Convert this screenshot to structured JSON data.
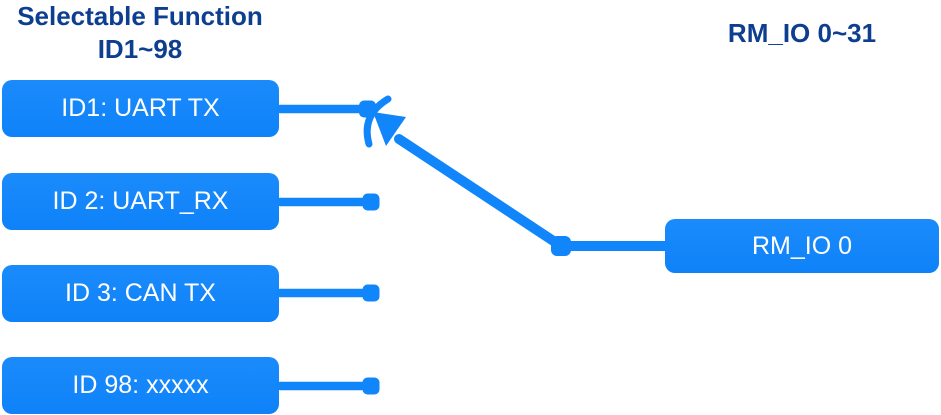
{
  "diagram": {
    "kind": "pin-function-multiplexer",
    "colors": {
      "accent": "#1186fa",
      "title_text": "#0d3e8f",
      "box_text": "#ffffff",
      "background": "#ffffff"
    },
    "left_column": {
      "title_line1": "Selectable Function",
      "title_line2": "ID1~98",
      "functions": [
        {
          "label": "ID1: UART TX"
        },
        {
          "label": "ID 2: UART_RX"
        },
        {
          "label": "ID 3: CAN TX"
        },
        {
          "label": "ID 98: xxxxx"
        }
      ]
    },
    "right_column": {
      "title": "RM_IO 0~31",
      "io_label": "RM_IO 0"
    },
    "switch": {
      "selected_function": "ID1: UART TX",
      "output": "RM_IO 0"
    }
  }
}
